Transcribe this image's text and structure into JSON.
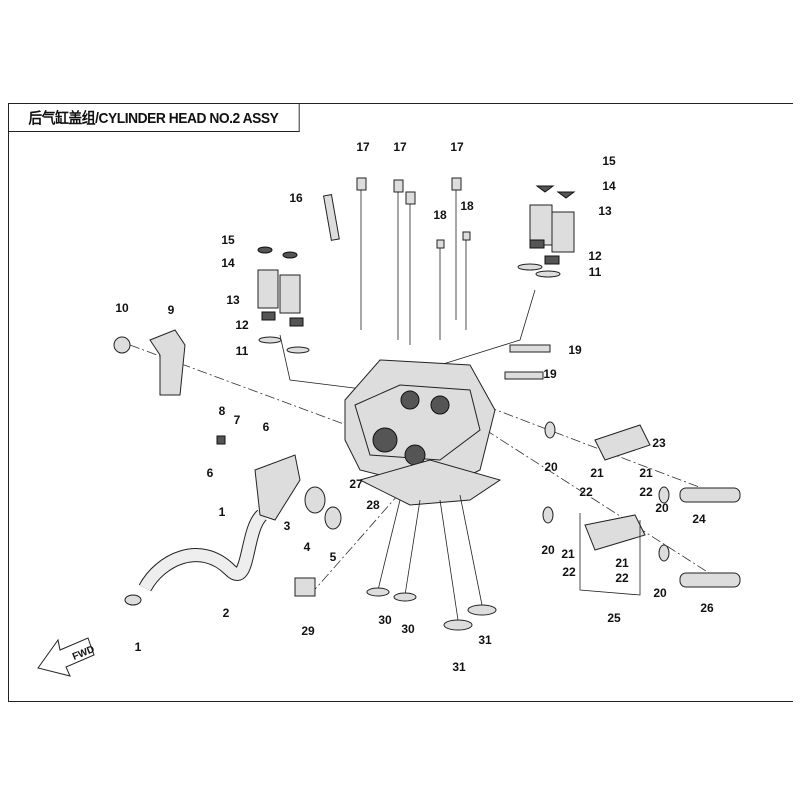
{
  "title": "后气缸盖组/CYLINDER HEAD NO.2 ASSY",
  "fwd_label": "FWD",
  "callouts": [
    "17",
    "17",
    "17",
    "16",
    "18",
    "18",
    "15",
    "14",
    "13",
    "12",
    "11",
    "15",
    "14",
    "13",
    "12",
    "11",
    "10",
    "9",
    "19",
    "19",
    "8",
    "7",
    "6",
    "6",
    "23",
    "20",
    "21",
    "21",
    "22",
    "22",
    "20",
    "27",
    "28",
    "1",
    "3",
    "4",
    "5",
    "24",
    "20",
    "21",
    "21",
    "22",
    "22",
    "20",
    "25",
    "26",
    "2",
    "30",
    "30",
    "29",
    "31",
    "31",
    "1"
  ]
}
